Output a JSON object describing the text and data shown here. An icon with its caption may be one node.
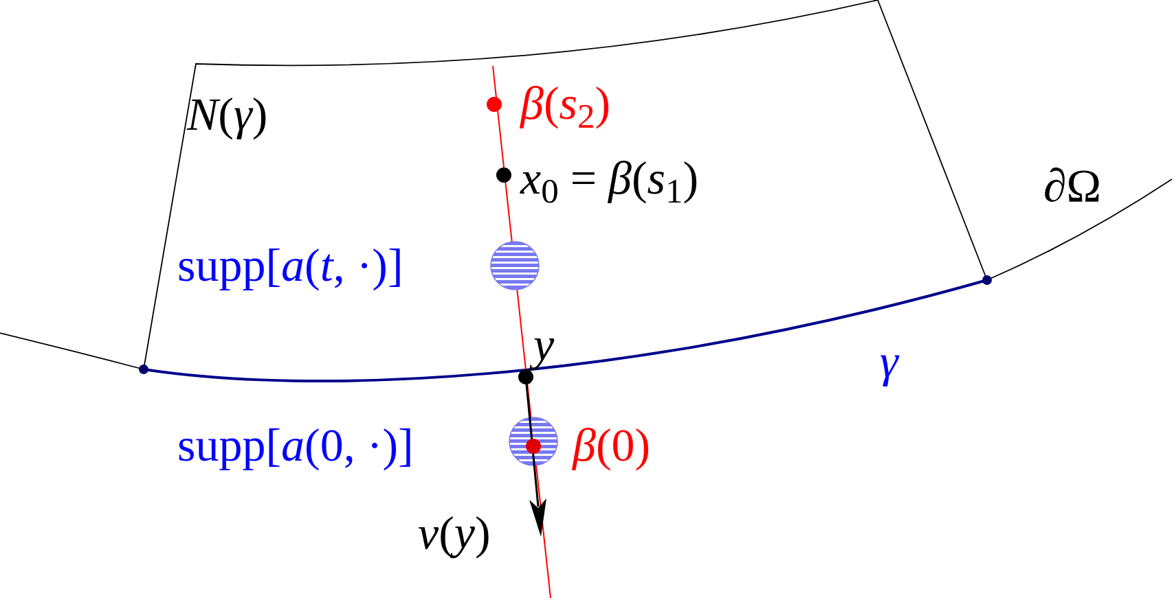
{
  "diagram": {
    "labels": [
      "*N*(*γ*)",
      "*β*(*s*$_{2}$)",
      "*x*$_{0}$ = *β*(*s*$_{1}$)",
      "∂Ω",
      "supp[*a*(*t*, ·)]",
      "*y*",
      "*γ*",
      "supp[*a*(0, ·)]",
      "*β*(0)",
      "*ν*(*y*)"
    ]
  }
}
